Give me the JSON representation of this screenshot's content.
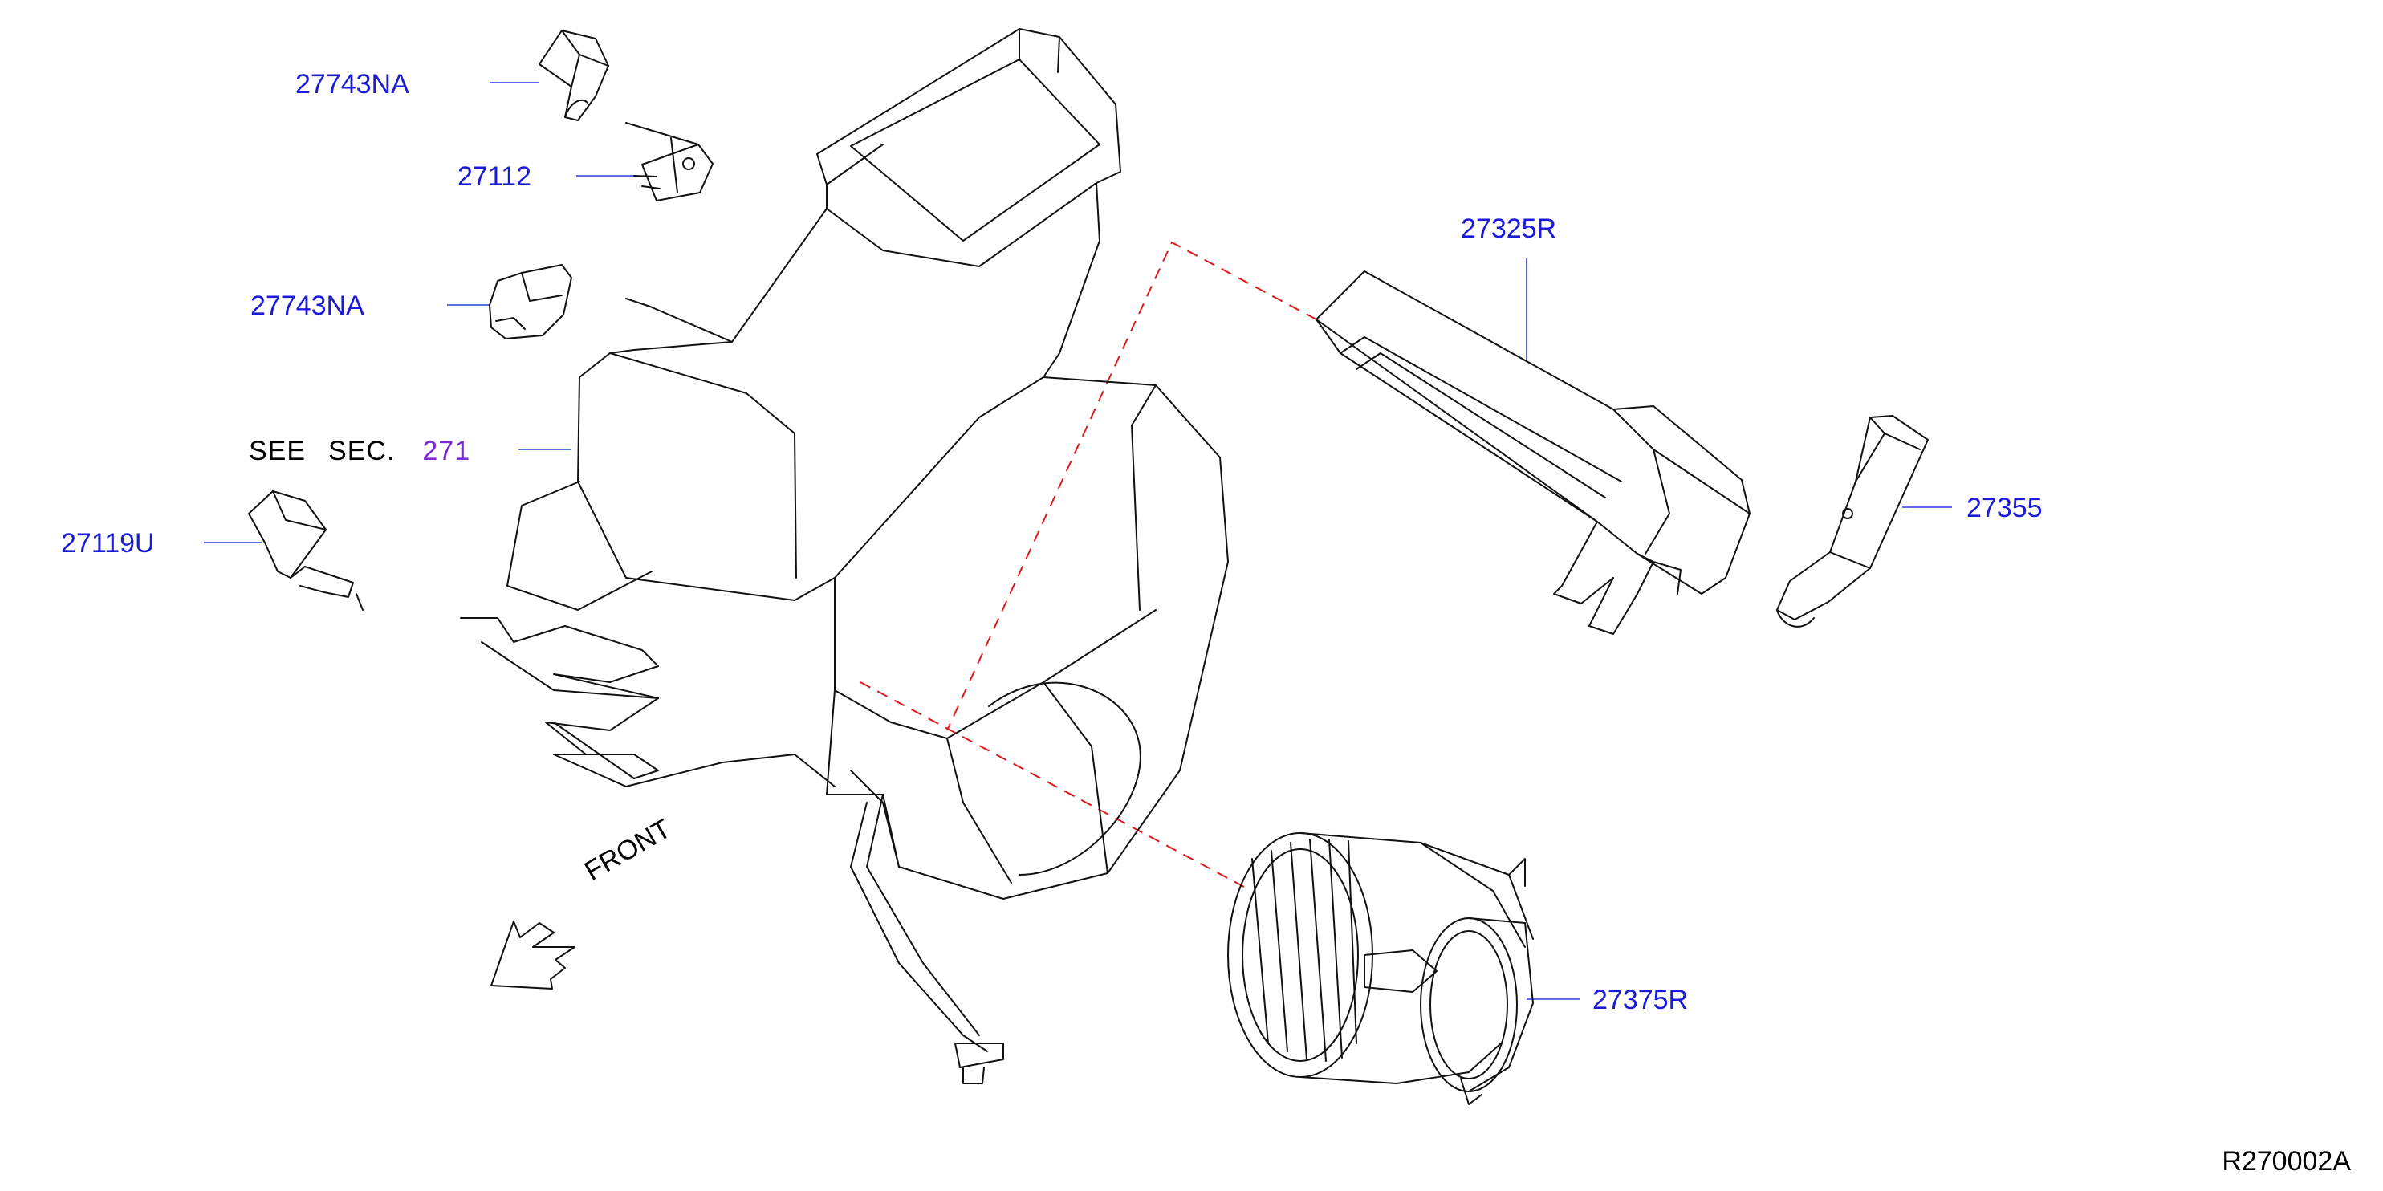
{
  "diagram": {
    "code": "R270002A",
    "front_label": "FRONT",
    "see_section": {
      "see": "SEE",
      "sec": "SEC.",
      "ref": "271"
    },
    "callouts": {
      "clip_top": "27743NA",
      "actuator_bracket": "27112",
      "clip_mid": "27743NA",
      "sensor": "27119U",
      "filter": "27325R",
      "filter_cover": "27355",
      "blower_motor": "27375R"
    },
    "colors": {
      "callout_text": "#1a1ad8",
      "section_ref": "#7a2ad0",
      "leader_line": "#2a3ad8",
      "hidden_line": "#e01818",
      "line_art": "#111111"
    }
  }
}
